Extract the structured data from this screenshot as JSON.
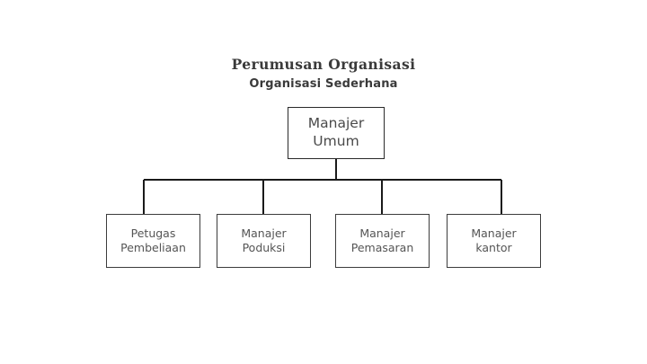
{
  "header": {
    "title": "Perumusan Organisasi",
    "subtitle": "Organisasi Sederhana"
  },
  "chart_data": {
    "type": "diagram",
    "diagram_kind": "organization-chart",
    "title": "Perumusan Organisasi",
    "subtitle": "Organisasi Sederhana",
    "orientation": "top-down",
    "levels": 2,
    "root": {
      "id": "manajer-umum",
      "label": "Manajer\nUmum",
      "line1": "Manajer",
      "line2": "Umum"
    },
    "children": [
      {
        "id": "petugas-pembeliaan",
        "label": "Petugas\nPembeliaan",
        "line1": "Petugas",
        "line2": "Pembeliaan"
      },
      {
        "id": "manajer-poduksi",
        "label": "Manajer\nPoduksi",
        "line1": "Manajer",
        "line2": "Poduksi"
      },
      {
        "id": "manajer-pemasaran",
        "label": "Manajer\nPemasaran",
        "line1": "Manajer",
        "line2": "Pemasaran"
      },
      {
        "id": "manajer-kantor",
        "label": "Manajer\nkantor",
        "line1": "Manajer",
        "line2": "kantor"
      }
    ],
    "edges": [
      {
        "from": "manajer-umum",
        "to": "petugas-pembeliaan"
      },
      {
        "from": "manajer-umum",
        "to": "manajer-poduksi"
      },
      {
        "from": "manajer-umum",
        "to": "manajer-pemasaran"
      },
      {
        "from": "manajer-umum",
        "to": "manajer-kantor"
      }
    ],
    "colors": {
      "background": "#ffffff",
      "box_border": "#3c3c3c",
      "root_border": "#2a2a2a",
      "connector": "#1a1a1a",
      "text": "#555555",
      "heading_text": "#3a3a3a"
    }
  }
}
